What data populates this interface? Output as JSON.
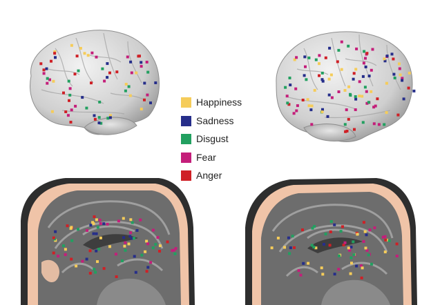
{
  "legend": {
    "items": [
      {
        "label": "Happiness",
        "color": "#f5cc5a"
      },
      {
        "label": "Sadness",
        "color": "#262e8a"
      },
      {
        "label": "Disgust",
        "color": "#22a060"
      },
      {
        "label": "Fear",
        "color": "#c41e7a"
      },
      {
        "label": "Anger",
        "color": "#cf2026"
      }
    ]
  },
  "colors": {
    "brain_surface": "#d8d8d8",
    "brain_slice": "#6d6d6d",
    "scalp": "#f0c4a8",
    "background": "#ffffff"
  },
  "panels": [
    {
      "name": "left-lateral-view"
    },
    {
      "name": "right-lateral-view"
    },
    {
      "name": "left-sagittal-section"
    },
    {
      "name": "right-sagittal-section"
    }
  ]
}
